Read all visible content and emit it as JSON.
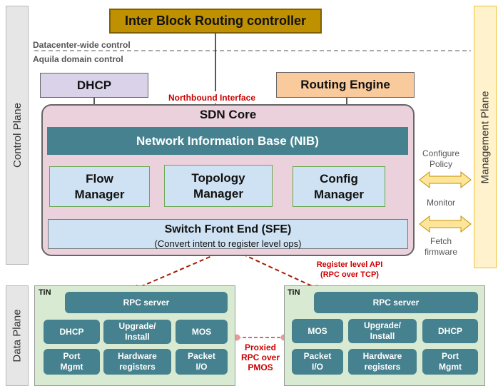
{
  "planes": {
    "control": "Control Plane",
    "management": "Management Plane",
    "data": "Data Plane"
  },
  "controller": "Inter Block Routing controller",
  "domains": {
    "datacenter": "Datacenter-wide control",
    "aquila": "Aquila domain control"
  },
  "dhcp_top": "DHCP",
  "routing_engine": "Routing Engine",
  "northbound_interface": "Northbound Interface",
  "sdn_core": {
    "title": "SDN Core",
    "nib": "Network Information Base (NIB)",
    "flow_manager": "Flow\nManager",
    "topology_manager": "Topology\nManager",
    "config_manager": "Config\nManager",
    "sfe_title": "Switch Front End (SFE)",
    "sfe_subtitle": "(Convert intent to register level ops)"
  },
  "management_labels": {
    "configure_policy": "Configure\nPolicy",
    "monitor": "Monitor",
    "fetch_firmware": "Fetch\nfirmware"
  },
  "register_api": "Register level API\n(RPC over TCP)",
  "proxied_rpc": "Proxied\nRPC over\nPMOS",
  "tin_left": {
    "tag": "TiN",
    "rpc_server": "RPC server",
    "cells": [
      "DHCP",
      "Upgrade/\nInstall",
      "MOS",
      "Port\nMgmt",
      "Hardware\nregisters",
      "Packet\nI/O"
    ]
  },
  "tin_right": {
    "tag": "TiN",
    "rpc_server": "RPC server",
    "cells": [
      "MOS",
      "Upgrade/\nInstall",
      "DHCP",
      "Packet\nI/O",
      "Hardware\nregisters",
      "Port\nMgmt"
    ]
  },
  "colors": {
    "controller": "#bf9000",
    "dhcp": "#d9d2e9",
    "routing_engine": "#f9cb9c",
    "sdn_core": "#ead1dc",
    "teal": "#45818e",
    "light_blue": "#cfe2f3",
    "tin": "#d9ead3",
    "management": "#fff2cc",
    "arrow": "#ffe599",
    "red": "#cc0000"
  }
}
